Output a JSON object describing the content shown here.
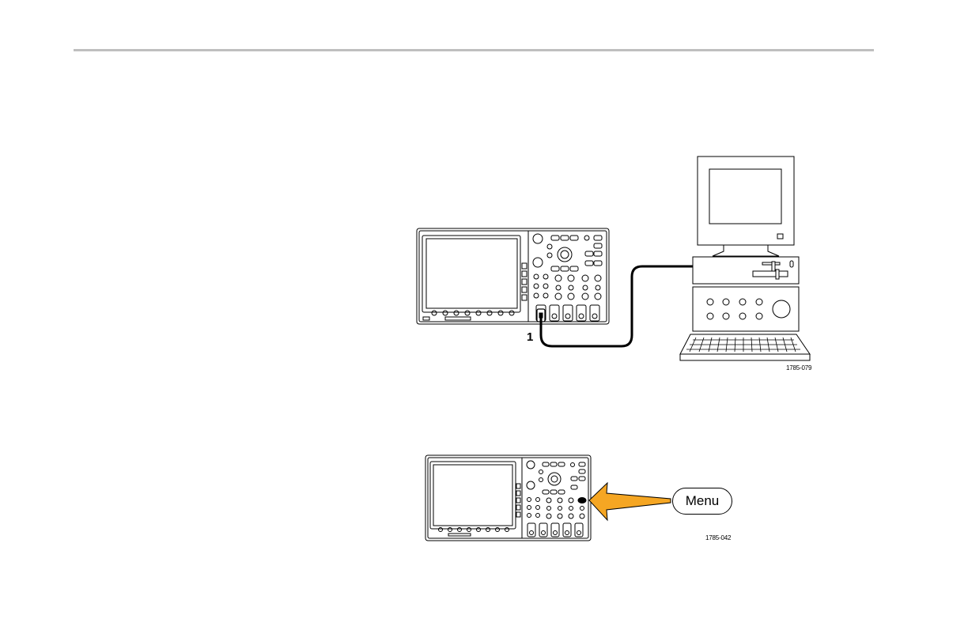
{
  "figure_1": {
    "callout_number": "1",
    "figure_id": "1785-079"
  },
  "figure_2": {
    "button_label": "Menu",
    "figure_id": "1785-042",
    "arrow_color": "#f5a623",
    "highlight_color": "#000000"
  },
  "colors": {
    "rule": "#bfbfbf",
    "line_art": "#000000"
  }
}
